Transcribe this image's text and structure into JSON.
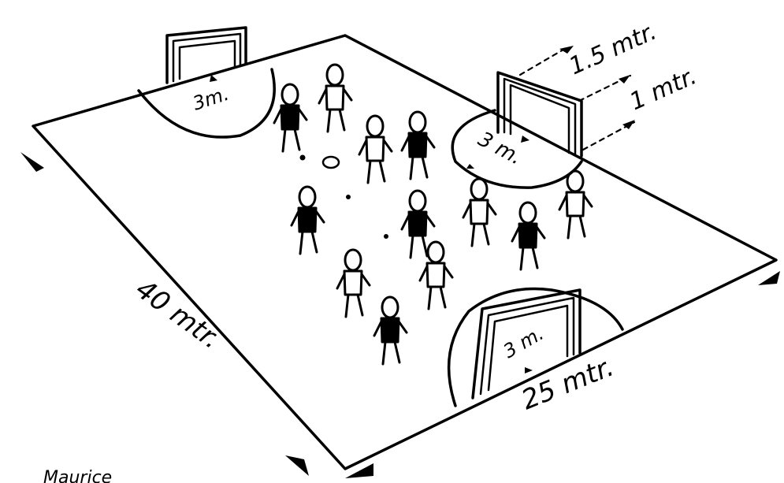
{
  "labels": {
    "length": "40 mtr.",
    "width": "25 mtr.",
    "area_radius_left": "3m.",
    "area_radius_right": "3 m.",
    "area_radius_bottom": "3 m.",
    "goal_height": "1.5 mtr.",
    "goal_depth": "1 mtr.",
    "signature": "Maurice"
  },
  "colors": {
    "ink": "#000000",
    "paper": "#ffffff"
  },
  "players": [
    {
      "team": "dark"
    },
    {
      "team": "light"
    },
    {
      "team": "light"
    },
    {
      "team": "dark"
    },
    {
      "team": "dark"
    },
    {
      "team": "dark"
    },
    {
      "team": "light"
    },
    {
      "team": "dark"
    },
    {
      "team": "light"
    },
    {
      "team": "light"
    },
    {
      "team": "light"
    },
    {
      "team": "dark"
    }
  ],
  "ball_count": 4
}
